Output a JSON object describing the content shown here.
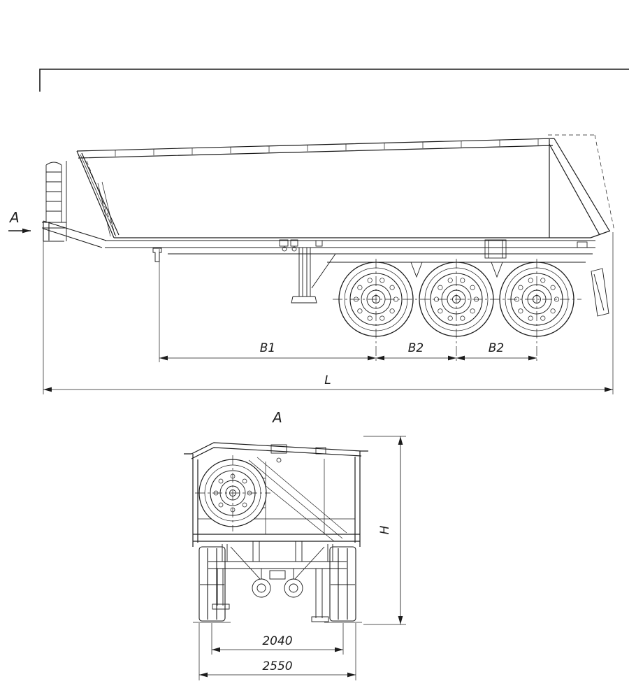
{
  "colors": {
    "ink": "#1c1c1c",
    "paper": "#ffffff"
  },
  "side_view": {
    "section_arrow_label": "A",
    "dims": {
      "b1": "B1",
      "b2a": "B2",
      "b2b": "B2",
      "length": "L"
    }
  },
  "front_view": {
    "title": "A",
    "dims": {
      "height": "H",
      "track_width": "2040",
      "overall_width": "2550"
    }
  }
}
